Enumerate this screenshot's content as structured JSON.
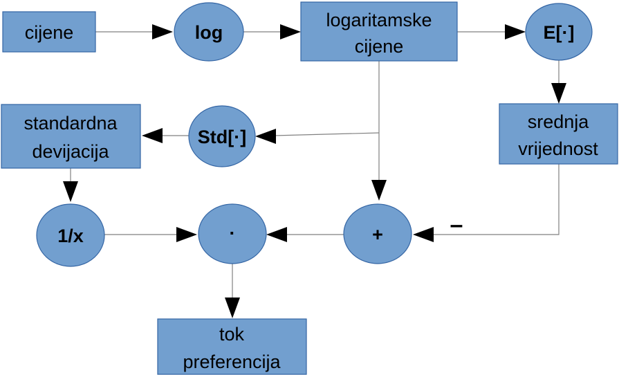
{
  "diagram": {
    "nodes": {
      "cijene": {
        "label": "cijene"
      },
      "log": {
        "label": "log"
      },
      "logaritamske_cijene": {
        "line1": "logaritamske",
        "line2": "cijene"
      },
      "expectation": {
        "label": "E[·]"
      },
      "srednja_vrijednost": {
        "line1": "srednja",
        "line2": "vrijednost"
      },
      "std": {
        "label": "Std[·]"
      },
      "standardna_devijacija": {
        "line1": "standardna",
        "line2": "devijacija"
      },
      "reciprocal": {
        "label": "1/x"
      },
      "multiply": {
        "label": "·"
      },
      "plus": {
        "label": "+"
      },
      "tok_preferencija": {
        "line1": "tok",
        "line2": "preferencija"
      }
    },
    "edge_labels": {
      "minus_sign": "–"
    }
  }
}
